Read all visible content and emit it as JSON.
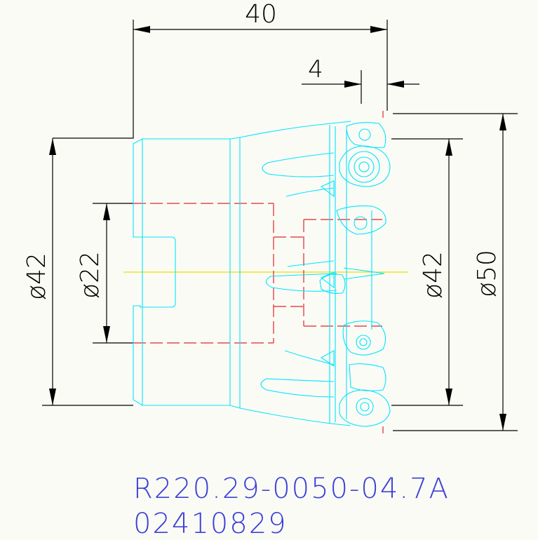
{
  "dimensions": {
    "overall_length": "40",
    "step_length": "4",
    "left_diameter": "ø42",
    "bore_diameter": "ø22",
    "right_diameter": "ø42",
    "outer_diameter": "ø50"
  },
  "part_code": "R220.29-0050-04.7A",
  "part_number": "02410829",
  "colors": {
    "background": "#fbfbf5",
    "dimension": "#000000",
    "outline": "#00e5ff",
    "hidden": "#e0262a",
    "centerline": "#e8e000",
    "text": "#3b41d8"
  }
}
